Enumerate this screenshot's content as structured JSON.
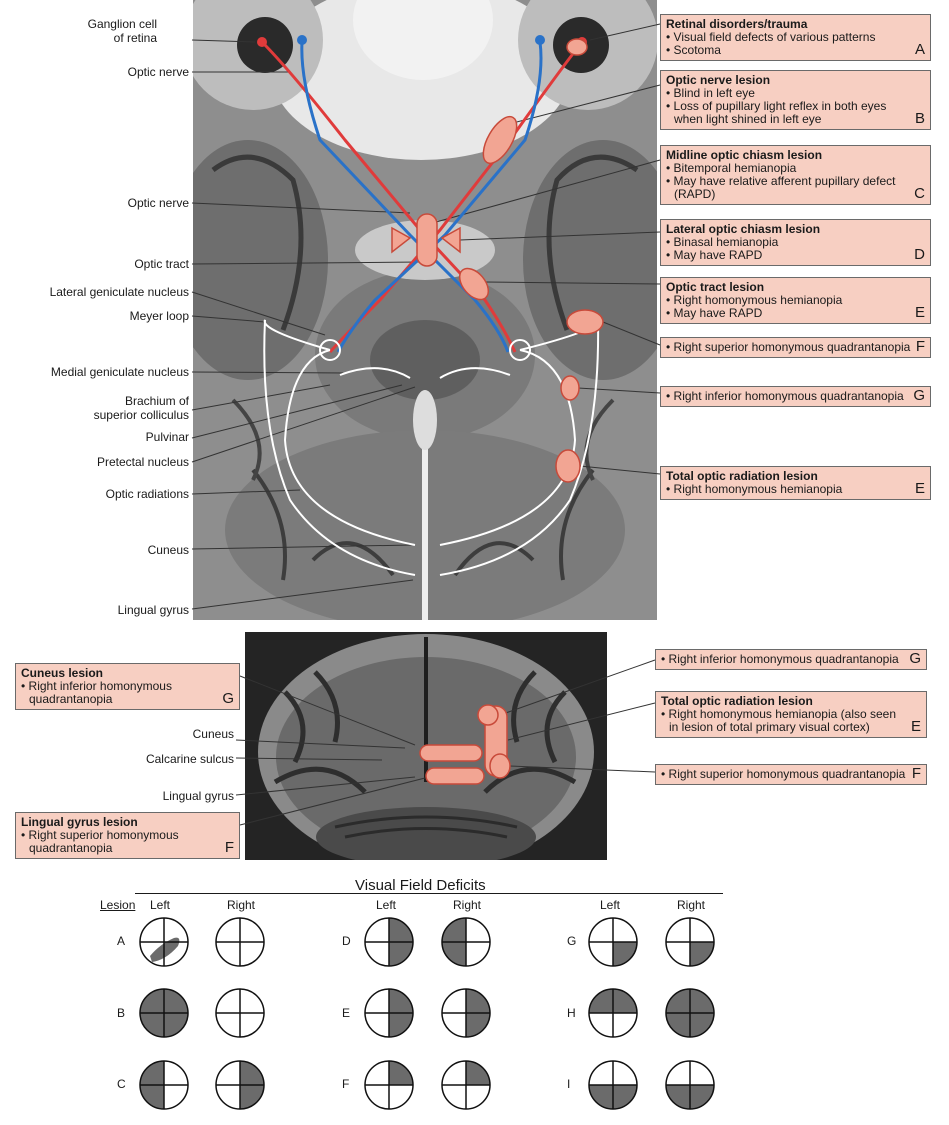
{
  "colors": {
    "callout_fill": "#f7cfc2",
    "lesion_fill": "#f2a593",
    "lesion_stroke": "#c84a3a",
    "red_fiber": "#e03b3b",
    "blue_fiber": "#2a72c8",
    "deficit_fill": "#6b6b6b"
  },
  "left_labels": {
    "ganglion": "Ganglion cell\nof retina",
    "optic_nerve_1": "Optic nerve",
    "optic_nerve_2": "Optic nerve",
    "optic_tract": "Optic tract",
    "lgn": "Lateral geniculate nucleus",
    "meyer": "Meyer loop",
    "mgn": "Medial geniculate nucleus",
    "brachium": "Brachium of\nsuperior colliculus",
    "pulvinar": "Pulvinar",
    "pretectal": "Pretectal nucleus",
    "radiations": "Optic radiations",
    "cuneus": "Cuneus",
    "lingual": "Lingual gyrus"
  },
  "callouts_axial": [
    {
      "title": "Retinal disorders/trauma",
      "bullets": [
        "Visual field defects of various patterns",
        "Scotoma"
      ],
      "key": "A"
    },
    {
      "title": "Optic nerve lesion",
      "bullets": [
        "Blind in left eye",
        "Loss of pupillary light reflex in both eyes when light shined in left eye"
      ],
      "key": "B"
    },
    {
      "title": "Midline optic chiasm lesion",
      "bullets": [
        "Bitemporal hemianopia",
        "May have relative afferent pupillary defect (RAPD)"
      ],
      "key": "C"
    },
    {
      "title": "Lateral optic chiasm lesion",
      "bullets": [
        "Binasal hemianopia",
        "May have RAPD"
      ],
      "key": "D"
    },
    {
      "title": "Optic tract lesion",
      "bullets": [
        "Right homonymous hemianopia",
        "May have RAPD"
      ],
      "key": "E"
    },
    {
      "title": "",
      "bullets": [
        "Right superior homonymous quadrantanopia"
      ],
      "key": "F"
    },
    {
      "title": "",
      "bullets": [
        "Right inferior homonymous quadrantanopia"
      ],
      "key": "G"
    },
    {
      "title": "Total optic radiation lesion",
      "bullets": [
        "Right homonymous hemianopia"
      ],
      "key": "E"
    }
  ],
  "coronal": {
    "labels": {
      "cuneus": "Cuneus",
      "calcarine": "Calcarine sulcus",
      "lingual": "Lingual gyrus"
    },
    "left_callouts": [
      {
        "title": "Cuneus lesion",
        "bullets": [
          "Right inferior homonymous quadrantanopia"
        ],
        "key": "G"
      },
      {
        "title": "Lingual gyrus lesion",
        "bullets": [
          "Right superior homonymous quadrantanopia"
        ],
        "key": "F"
      }
    ],
    "right_callouts": [
      {
        "title": "",
        "bullets": [
          "Right inferior homonymous quadrantanopia"
        ],
        "key": "G"
      },
      {
        "title": "Total optic radiation lesion",
        "bullets": [
          "Right homonymous hemianopia (also seen in lesion of total primary visual cortex)"
        ],
        "key": "E"
      },
      {
        "title": "",
        "bullets": [
          "Right superior homonymous quadrantanopia"
        ],
        "key": "F"
      }
    ]
  },
  "visual_fields": {
    "title": "Visual Field Deficits",
    "lesion_header": "Lesion",
    "left_header": "Left",
    "right_header": "Right",
    "rows": [
      {
        "id": "A",
        "left": [],
        "right": [],
        "scotoma": true
      },
      {
        "id": "B",
        "left": [
          "UL",
          "UR",
          "LL",
          "LR"
        ],
        "right": []
      },
      {
        "id": "C",
        "left": [
          "UL",
          "LL"
        ],
        "right": [
          "UR",
          "LR"
        ]
      },
      {
        "id": "D",
        "left": [
          "UR",
          "LR"
        ],
        "right": [
          "UL",
          "LL"
        ]
      },
      {
        "id": "E",
        "left": [
          "UR",
          "LR"
        ],
        "right": [
          "UR",
          "LR"
        ]
      },
      {
        "id": "F",
        "left": [
          "UR"
        ],
        "right": [
          "UR"
        ]
      },
      {
        "id": "G",
        "left": [
          "LR"
        ],
        "right": [
          "LR"
        ]
      },
      {
        "id": "H",
        "left": [
          "UL",
          "UR"
        ],
        "right": [
          "UL",
          "UR",
          "LL",
          "LR"
        ]
      },
      {
        "id": "I",
        "left": [
          "LL",
          "LR"
        ],
        "right": [
          "LL",
          "LR"
        ]
      }
    ]
  }
}
